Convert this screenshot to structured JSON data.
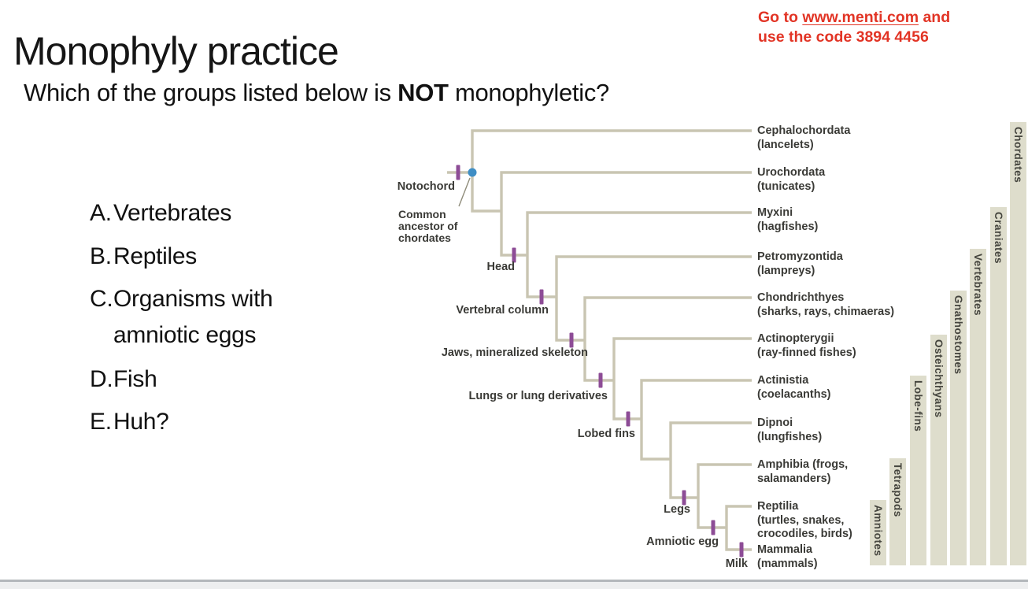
{
  "title": "Monophyly practice",
  "banner": {
    "prefix": "Go to ",
    "link": "www.menti.com",
    "suffix": " and",
    "line2": "use the code 3894 4456",
    "color": "#e23425"
  },
  "question": {
    "prefix": "Which of the groups listed below is ",
    "emphasis": "NOT",
    "suffix": " monophyletic?"
  },
  "options": [
    {
      "letter": "A.",
      "text": "Vertebrates"
    },
    {
      "letter": "B.",
      "text": "Reptiles"
    },
    {
      "letter": "C.",
      "text": "Organisms with\namniotic eggs"
    },
    {
      "letter": "D.",
      "text": "Fish"
    },
    {
      "letter": "E.",
      "text": "Huh?"
    }
  ],
  "tree": {
    "root_label": "Common\nancestor of\nchordates",
    "characters": [
      {
        "name": "Notochord"
      },
      {
        "name": "Head"
      },
      {
        "name": "Vertebral column"
      },
      {
        "name": "Jaws, mineralized skeleton"
      },
      {
        "name": "Lungs or lung derivatives"
      },
      {
        "name": "Lobed fins"
      },
      {
        "name": "Legs"
      },
      {
        "name": "Amniotic egg"
      },
      {
        "name": "Milk"
      }
    ],
    "taxa": [
      {
        "label": "Cephalochordata\n(lancelets)"
      },
      {
        "label": "Urochordata\n(tunicates)"
      },
      {
        "label": "Myxini\n(hagfishes)"
      },
      {
        "label": "Petromyzontida\n(lampreys)"
      },
      {
        "label": "Chondrichthyes\n(sharks, rays, chimaeras)"
      },
      {
        "label": "Actinopterygii\n(ray-finned fishes)"
      },
      {
        "label": "Actinistia\n(coelacanths)"
      },
      {
        "label": "Dipnoi\n(lungfishes)"
      },
      {
        "label": "Amphibia (frogs,\nsalamanders)"
      },
      {
        "label": "Reptilia\n(turtles, snakes,\ncrocodiles, birds)"
      },
      {
        "label": "Mammalia\n(mammals)"
      }
    ],
    "clades": [
      {
        "name": "Amniotes"
      },
      {
        "name": "Tetrapods"
      },
      {
        "name": "Lobe-fins"
      },
      {
        "name": "Osteichthyans"
      },
      {
        "name": "Gnathostomes"
      },
      {
        "name": "Vertebrates"
      },
      {
        "name": "Craniates"
      },
      {
        "name": "Chordates"
      }
    ],
    "colors": {
      "branch": "#c9c5b2",
      "character_tick": "#8d4c96",
      "ancestor_dot": "#3f8ec5",
      "clade_bar": "#deddcc",
      "label_text": "#3a3a36"
    }
  }
}
